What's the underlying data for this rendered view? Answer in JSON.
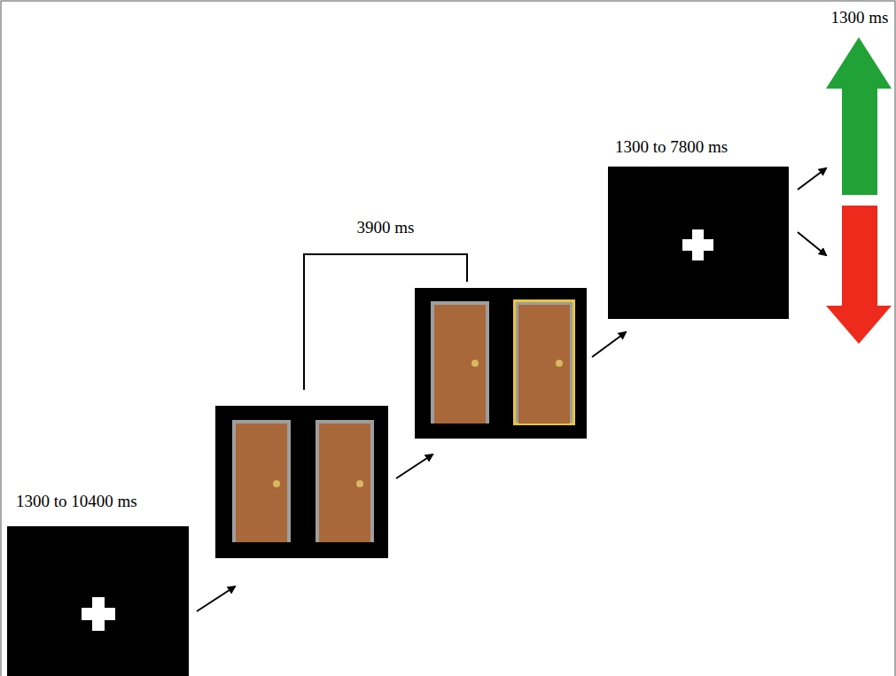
{
  "diagram": {
    "labels": [
      "1300 to 10400 ms",
      "3900 ms",
      "1300 to 7800 ms",
      "1300 ms"
    ]
  }
}
